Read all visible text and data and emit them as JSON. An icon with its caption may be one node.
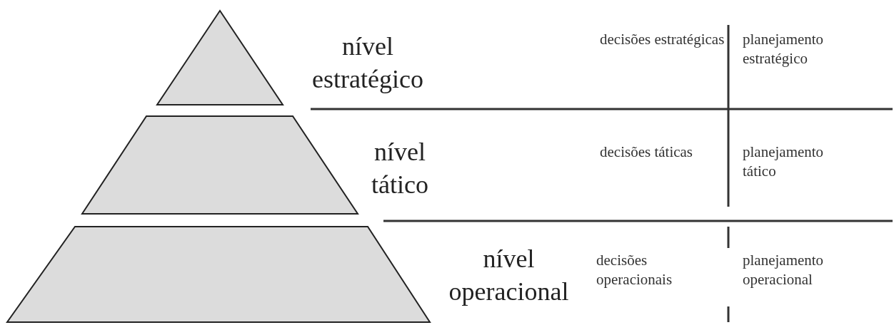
{
  "diagram": {
    "nodes": [
      {
        "text": [],
        "shape": "triangle",
        "beside": [
          "nível estratégico"
        ]
      },
      {
        "text": [],
        "shape": "trapezoid",
        "beside": [
          "nível tático"
        ]
      },
      {
        "text": [],
        "shape": "trapezoid",
        "beside": [
          "nível operacional"
        ]
      }
    ],
    "labels": [
      "decisões estratégicas",
      "planejamento estratégico",
      "decisões táticas",
      "planejamento tático",
      "decisões operacionais",
      "planejamento operacional"
    ]
  }
}
